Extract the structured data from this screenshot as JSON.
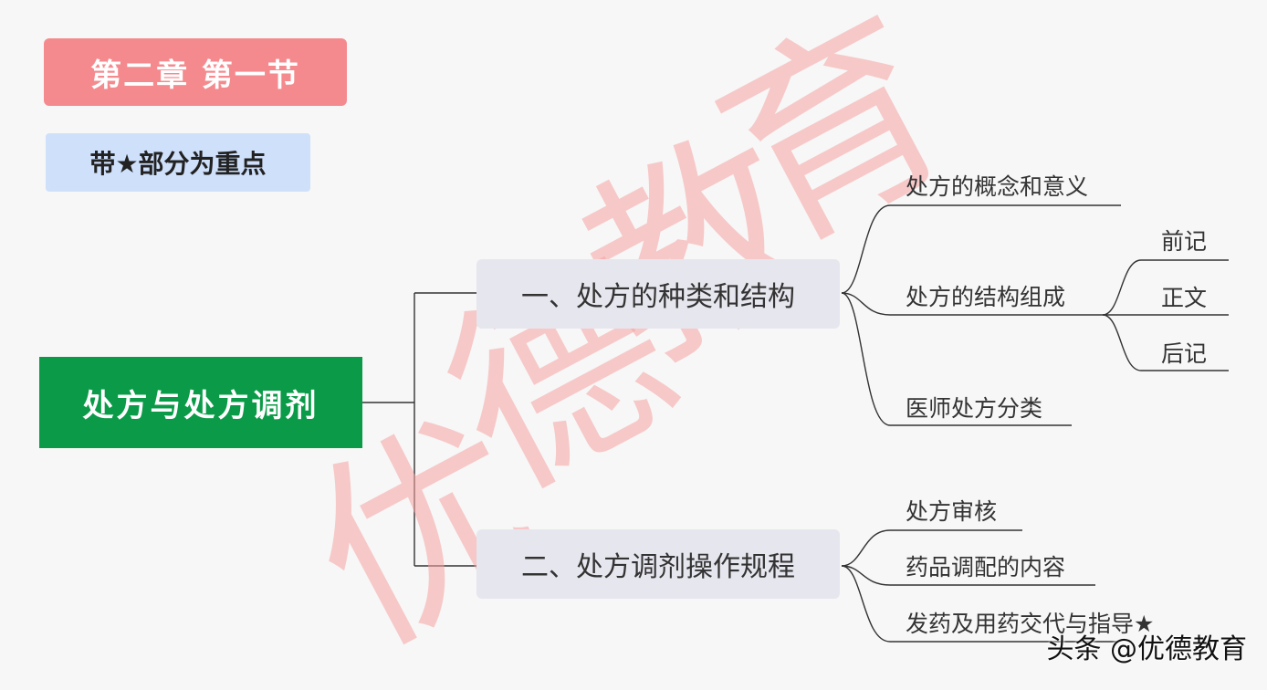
{
  "header": {
    "chapter": "第二章  第一节",
    "legend": "带★部分为重点"
  },
  "root": {
    "label": "处方与处方调剂"
  },
  "branches": [
    {
      "label": "一、处方的种类和结构",
      "children": [
        {
          "label": "处方的概念和意义"
        },
        {
          "label": "处方的结构组成",
          "children": [
            {
              "label": "前记"
            },
            {
              "label": "正文"
            },
            {
              "label": "后记"
            }
          ]
        },
        {
          "label": "医师处方分类"
        }
      ]
    },
    {
      "label": "二、处方调剂操作规程",
      "children": [
        {
          "label": "处方审核"
        },
        {
          "label": "药品调配的内容"
        },
        {
          "label": "发药及用药交代与指导★"
        }
      ]
    }
  ],
  "watermark": {
    "characters": [
      "优",
      "德",
      "教",
      "育"
    ]
  },
  "footer": {
    "text": "头条 @优德教育"
  },
  "colors": {
    "chapter_bg": "#f58a8e",
    "legend_bg": "#cfe0fb",
    "root_bg": "#0b9b48",
    "branch_bg": "#e6e6ee",
    "line": "#333333"
  }
}
